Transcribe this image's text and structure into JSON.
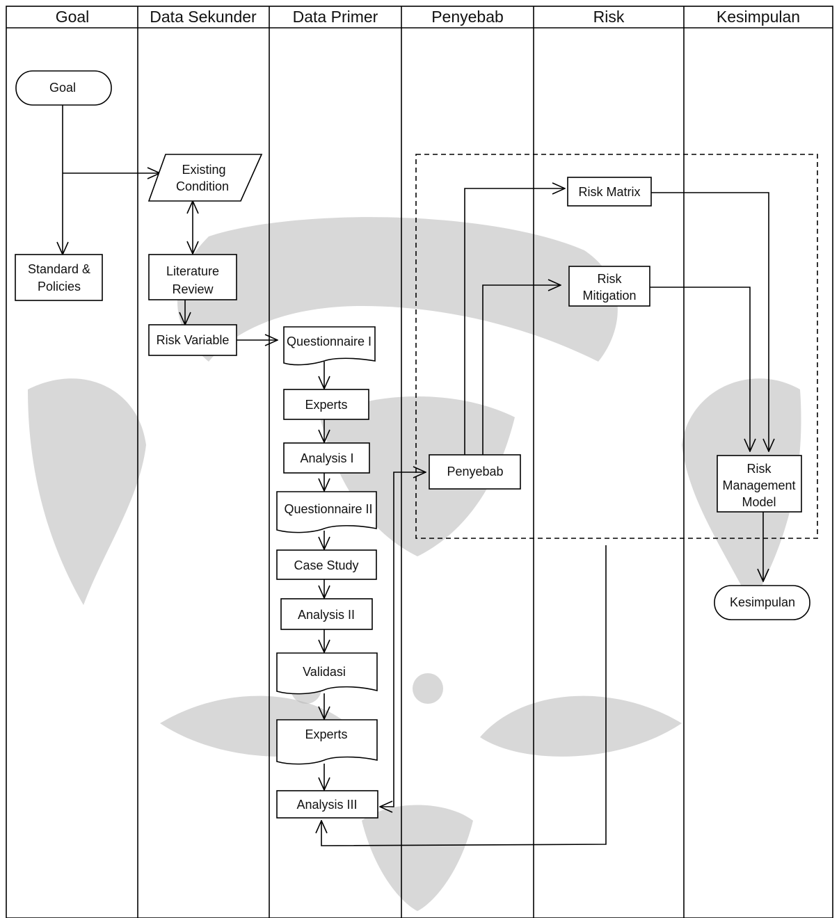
{
  "lanes": {
    "goal": "Goal",
    "data_sekunder": "Data Sekunder",
    "data_primer": "Data Primer",
    "penyebab": "Penyebab",
    "risk": "Risk",
    "kesimpulan": "Kesimpulan"
  },
  "nodes": {
    "goal": "Goal",
    "existing_condition_1": "Existing",
    "existing_condition_2": "Condition",
    "standard_1": "Standard &",
    "standard_2": "Policies",
    "literature_1": "Literature",
    "literature_2": "Review",
    "risk_variable": "Risk Variable",
    "questionnaire_1": "Questionnaire I",
    "experts_1": "Experts",
    "analysis_1": "Analysis I",
    "questionnaire_2": "Questionnaire II",
    "case_study": "Case Study",
    "analysis_2": "Analysis II",
    "validasi": "Validasi",
    "experts_2": "Experts",
    "analysis_3": "Analysis III",
    "penyebab": "Penyebab",
    "risk_matrix": "Risk Matrix",
    "risk_mitigation_1": "Risk",
    "risk_mitigation_2": "Mitigation",
    "rmm_1": "Risk",
    "rmm_2": "Management",
    "rmm_3": "Model",
    "kesimpulan": "Kesimpulan"
  }
}
